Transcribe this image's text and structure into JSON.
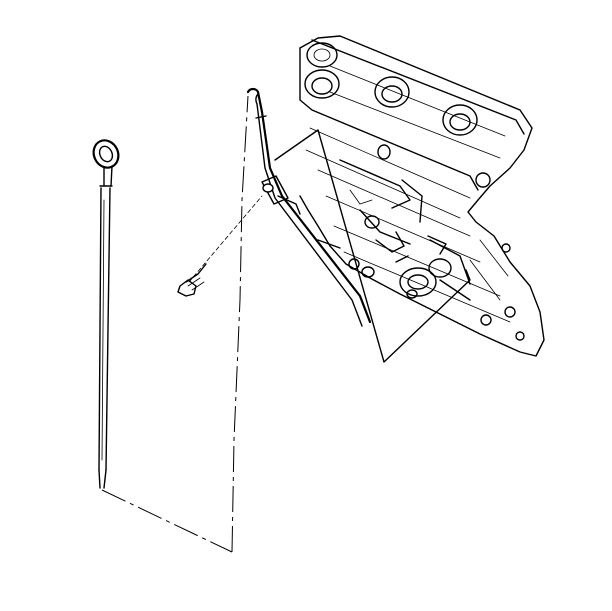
{
  "diagram": {
    "parts": {
      "dipstick": "oil-level-indicator",
      "tube": "oil-level-indicator-tube",
      "bolt": "tube-bolt",
      "engine": "engine-block"
    },
    "line_color": "#000000",
    "background": "#ffffff"
  }
}
